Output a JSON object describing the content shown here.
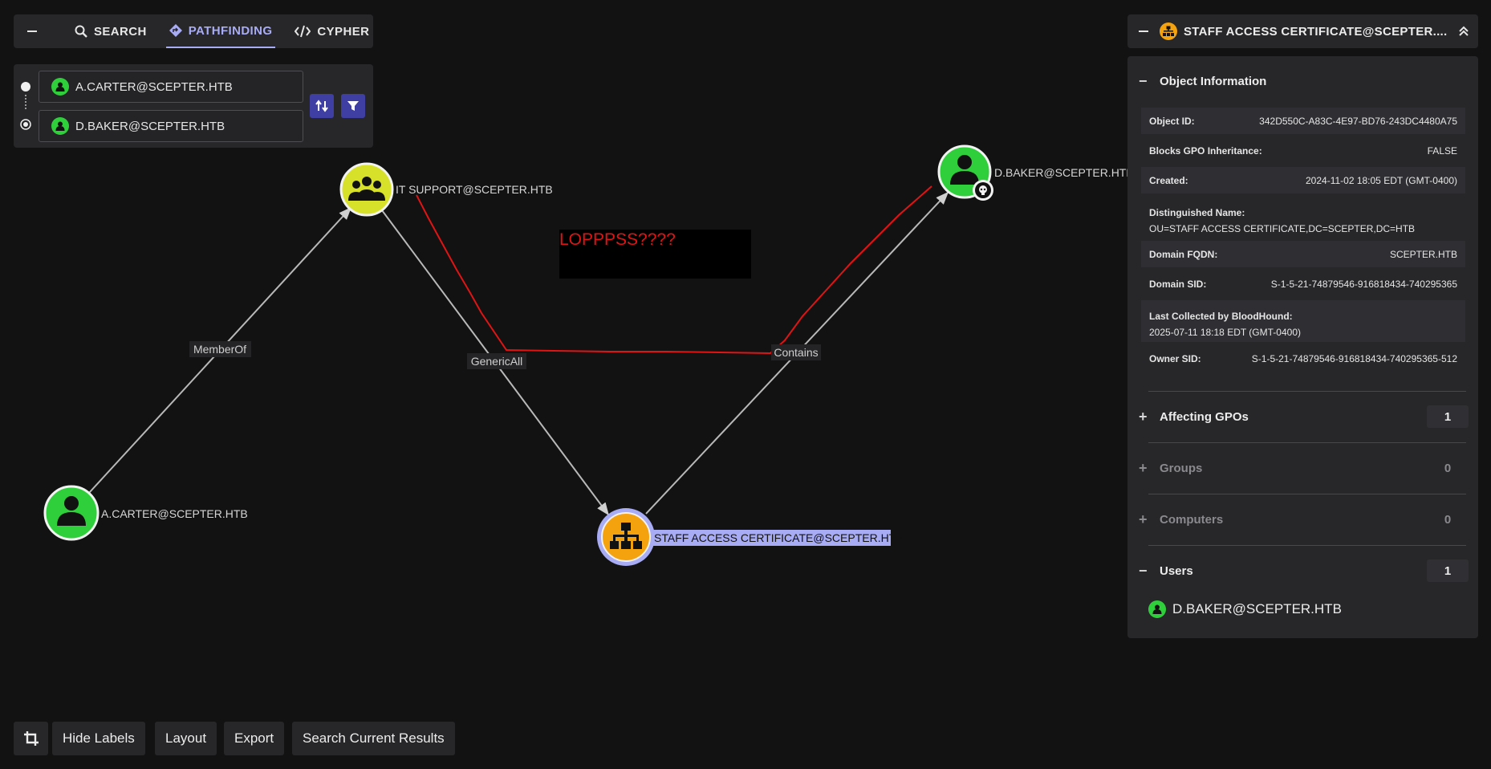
{
  "search_tabs": {
    "collapse_icon": "minus-icon",
    "tabs": [
      {
        "label": "SEARCH",
        "icon": "search-icon",
        "active": false
      },
      {
        "label": "PATHFINDING",
        "icon": "diamond-route-icon",
        "active": true
      },
      {
        "label": "CYPHER",
        "icon": "code-icon",
        "active": false
      }
    ]
  },
  "pathfinding": {
    "start_node": "A.CARTER@SCEPTER.HTB",
    "end_node": "D.BAKER@SCEPTER.HTB",
    "swap_icon": "swap-vertical-icon",
    "filter_icon": "filter-icon"
  },
  "graph": {
    "nodes": [
      {
        "id": "acarter",
        "label": "A.CARTER@SCEPTER.HTB",
        "type": "user",
        "color": "#2fcf3b"
      },
      {
        "id": "itsupport",
        "label": "IT SUPPORT@SCEPTER.HTB",
        "type": "group",
        "color": "#d8e12a"
      },
      {
        "id": "staffou",
        "label": "STAFF ACCESS CERTIFICATE@SCEPTER.HTB",
        "type": "ou",
        "color": "#f5a20f",
        "selected": true
      },
      {
        "id": "dbaker",
        "label": "D.BAKER@SCEPTER.HTB",
        "type": "user",
        "color": "#2fcf3b",
        "badge": "owned-icon"
      }
    ],
    "edges": [
      {
        "from": "acarter",
        "to": "itsupport",
        "label": "MemberOf"
      },
      {
        "from": "itsupport",
        "to": "staffou",
        "label": "GenericAll"
      },
      {
        "from": "staffou",
        "to": "dbaker",
        "label": "Contains"
      }
    ],
    "annotation": "LOPPPSS????"
  },
  "detail_panel": {
    "title": "STAFF ACCESS CERTIFICATE@SCEPTER....",
    "object_info_label": "Object Information",
    "rows": [
      {
        "key": "Object ID:",
        "value": "342D550C-A83C-4E97-BD76-243DC4480A75"
      },
      {
        "key": "Blocks GPO Inheritance:",
        "value": "FALSE"
      },
      {
        "key": "Created:",
        "value": "2024-11-02 18:05 EDT (GMT-0400)"
      },
      {
        "key": "Distinguished Name:",
        "value": "OU=STAFF ACCESS CERTIFICATE,DC=SCEPTER,DC=HTB"
      },
      {
        "key": "Domain FQDN:",
        "value": "SCEPTER.HTB"
      },
      {
        "key": "Domain SID:",
        "value": "S-1-5-21-74879546-916818434-740295365"
      },
      {
        "key": "Last Collected by BloodHound:",
        "value": "2025-07-11 18:18 EDT (GMT-0400)"
      },
      {
        "key": "Owner SID:",
        "value": "S-1-5-21-74879546-916818434-740295365-512"
      }
    ],
    "sections": [
      {
        "label": "Affecting GPOs",
        "sign": "+",
        "count": "1"
      },
      {
        "label": "Groups",
        "sign": "+",
        "count": "0"
      },
      {
        "label": "Computers",
        "sign": "+",
        "count": "0"
      },
      {
        "label": "Users",
        "sign": "−",
        "count": "1"
      }
    ],
    "users": [
      "D.BAKER@SCEPTER.HTB"
    ]
  },
  "toolbar": {
    "crop_icon": "crop-icon",
    "hide_labels": "Hide Labels",
    "layout": "Layout",
    "export": "Export",
    "search_results": "Search Current Results"
  }
}
